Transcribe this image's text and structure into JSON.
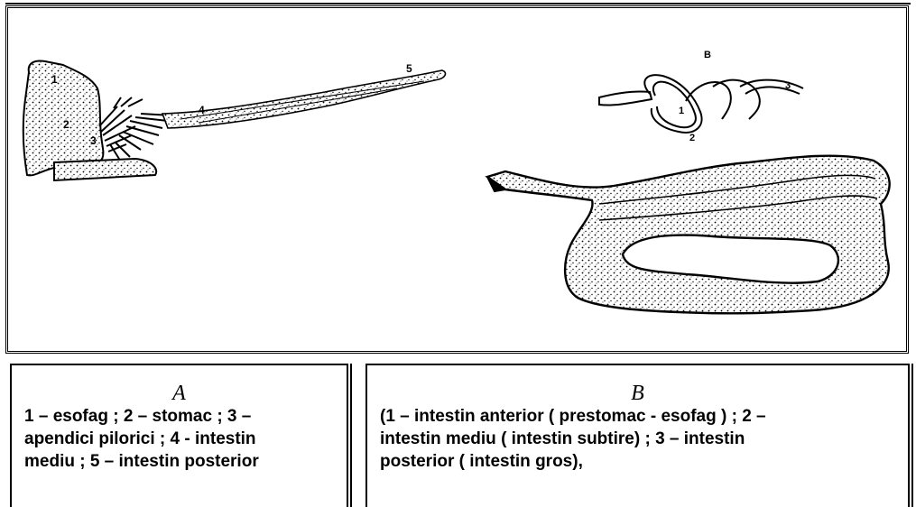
{
  "figure": {
    "label_B_small": "B",
    "part_A_numbers": [
      "1",
      "2",
      "3",
      "4",
      "5"
    ],
    "part_B_numbers": [
      "1",
      "2",
      "3"
    ]
  },
  "caption_A": {
    "title": "A",
    "lines": [
      "1 – esofag ; 2 – stomac ; 3 –",
      "apendici pilorici ; 4 - intestin",
      "mediu ; 5 – intestin posterior"
    ]
  },
  "caption_B": {
    "title": "B",
    "lines": [
      "(1 – intestin anterior  ( prestomac - esofag ) ; 2 –",
      "intestin mediu ( intestin subtire) ; 3 – intestin",
      "posterior  ( intestin gros),"
    ]
  }
}
